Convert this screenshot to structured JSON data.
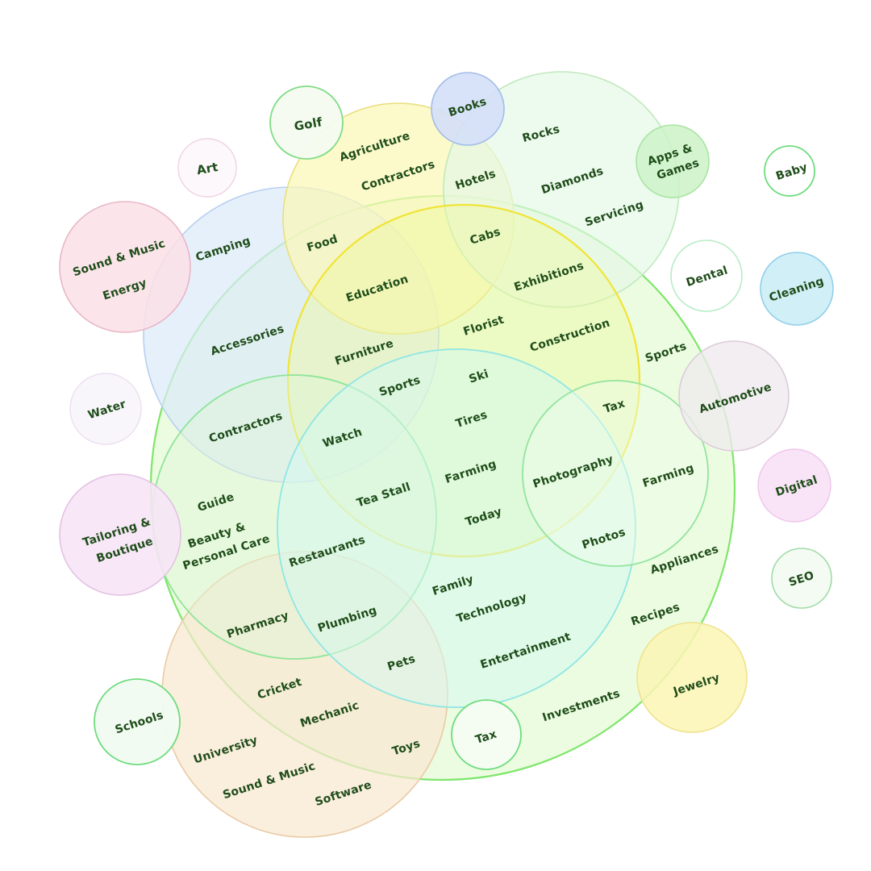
{
  "diagram": {
    "text_color": "#1f4d1a",
    "circles": [
      {
        "id": "big-green",
        "fill": "#e9fbdc",
        "stroke": "#7ee66a"
      },
      {
        "id": "orange",
        "fill": "#f8e7d0",
        "stroke": "#e9cba6"
      },
      {
        "id": "blue",
        "fill": "#dbe9fa",
        "stroke": "#b6d0ef"
      },
      {
        "id": "yellow-upper",
        "fill": "#fbf6b7",
        "stroke": "#eadf7c"
      },
      {
        "id": "mint",
        "fill": "#e4f7e6",
        "stroke": "#bfe9bd"
      },
      {
        "id": "yellow-ring",
        "fill": "#eef89f",
        "stroke": "#f1e436"
      },
      {
        "id": "green-left",
        "fill": "#dff6d6",
        "stroke": "#8ee59a"
      },
      {
        "id": "cyan",
        "fill": "#d6f7ef",
        "stroke": "#8fe6e4"
      },
      {
        "id": "green-right",
        "fill": "#effcea",
        "stroke": "#93e49f"
      },
      {
        "id": "books",
        "fill": "#d4dff8",
        "stroke": "#a4bde8"
      },
      {
        "id": "golf",
        "fill": "#f4fbef",
        "stroke": "#7fdc86"
      },
      {
        "id": "art",
        "fill": "#fdf8fb",
        "stroke": "#efd2e0"
      },
      {
        "id": "sound-music-energy",
        "fill": "#fbe0e6",
        "stroke": "#e9b6c8"
      },
      {
        "id": "apps-games",
        "fill": "#cdf2c8",
        "stroke": "#a9e4a3"
      },
      {
        "id": "baby",
        "fill": "#ffffff",
        "stroke": "#6fdc7e"
      },
      {
        "id": "dental",
        "fill": "#ffffff",
        "stroke": "#b8ecc5"
      },
      {
        "id": "cleaning",
        "fill": "#cdeef6",
        "stroke": "#93cfea"
      },
      {
        "id": "automotive",
        "fill": "#efeaee",
        "stroke": "#dccdd9"
      },
      {
        "id": "water",
        "fill": "#f8f5fb",
        "stroke": "#ecdeef"
      },
      {
        "id": "digital",
        "fill": "#f9e2f6",
        "stroke": "#eec6ea"
      },
      {
        "id": "tailoring",
        "fill": "#f6e4f6",
        "stroke": "#e3c2e3"
      },
      {
        "id": "seo",
        "fill": "#f3fbf2",
        "stroke": "#9fdca6"
      },
      {
        "id": "jewelry",
        "fill": "#fbf5b4",
        "stroke": "#efe38e"
      },
      {
        "id": "schools",
        "fill": "#f1fbf1",
        "stroke": "#6fdc7e"
      },
      {
        "id": "tax-small",
        "fill": "#f6fdf3",
        "stroke": "#6fdc7e"
      }
    ],
    "labels": [
      {
        "id": "golf",
        "text": "Golf"
      },
      {
        "id": "books",
        "text": "Books"
      },
      {
        "id": "art",
        "text": "Art"
      },
      {
        "id": "agriculture",
        "text": "Agriculture"
      },
      {
        "id": "contractors-top",
        "text": "Contractors"
      },
      {
        "id": "rocks",
        "text": "Rocks"
      },
      {
        "id": "hotels",
        "text": "Hotels"
      },
      {
        "id": "diamonds",
        "text": "Diamonds"
      },
      {
        "id": "apps-games-1",
        "text": "Apps &"
      },
      {
        "id": "apps-games-2",
        "text": "Games"
      },
      {
        "id": "baby",
        "text": "Baby"
      },
      {
        "id": "servicing",
        "text": "Servicing"
      },
      {
        "id": "sound-music-top",
        "text": "Sound & Music"
      },
      {
        "id": "energy",
        "text": "Energy"
      },
      {
        "id": "camping",
        "text": "Camping"
      },
      {
        "id": "food",
        "text": "Food"
      },
      {
        "id": "cabs",
        "text": "Cabs"
      },
      {
        "id": "exhibitions",
        "text": "Exhibitions"
      },
      {
        "id": "dental",
        "text": "Dental"
      },
      {
        "id": "cleaning",
        "text": "Cleaning"
      },
      {
        "id": "education",
        "text": "Education"
      },
      {
        "id": "accessories",
        "text": "Accessories"
      },
      {
        "id": "florist",
        "text": "Florist"
      },
      {
        "id": "construction",
        "text": "Construction"
      },
      {
        "id": "furniture",
        "text": "Furniture"
      },
      {
        "id": "sports-right",
        "text": "Sports"
      },
      {
        "id": "ski",
        "text": "Ski"
      },
      {
        "id": "sports-center",
        "text": "Sports"
      },
      {
        "id": "automotive",
        "text": "Automotive"
      },
      {
        "id": "water",
        "text": "Water"
      },
      {
        "id": "tax-right",
        "text": "Tax"
      },
      {
        "id": "tires",
        "text": "Tires"
      },
      {
        "id": "contractors-left",
        "text": "Contractors"
      },
      {
        "id": "watch",
        "text": "Watch"
      },
      {
        "id": "farming-center",
        "text": "Farming"
      },
      {
        "id": "photography",
        "text": "Photography"
      },
      {
        "id": "farming-right",
        "text": "Farming"
      },
      {
        "id": "digital",
        "text": "Digital"
      },
      {
        "id": "tea-stall",
        "text": "Tea Stall"
      },
      {
        "id": "guide",
        "text": "Guide"
      },
      {
        "id": "today",
        "text": "Today"
      },
      {
        "id": "tailoring-1",
        "text": "Tailoring &"
      },
      {
        "id": "tailoring-2",
        "text": "Boutique"
      },
      {
        "id": "beauty-1",
        "text": "Beauty &"
      },
      {
        "id": "beauty-2",
        "text": "Personal Care"
      },
      {
        "id": "photos",
        "text": "Photos"
      },
      {
        "id": "restaurants",
        "text": "Restaurants"
      },
      {
        "id": "appliances",
        "text": "Appliances"
      },
      {
        "id": "seo",
        "text": "SEO"
      },
      {
        "id": "family",
        "text": "Family"
      },
      {
        "id": "technology",
        "text": "Technology"
      },
      {
        "id": "pharmacy",
        "text": "Pharmacy"
      },
      {
        "id": "plumbing",
        "text": "Plumbing"
      },
      {
        "id": "recipes",
        "text": "Recipes"
      },
      {
        "id": "entertainment",
        "text": "Entertainment"
      },
      {
        "id": "pets",
        "text": "Pets"
      },
      {
        "id": "jewelry",
        "text": "Jewelry"
      },
      {
        "id": "cricket",
        "text": "Cricket"
      },
      {
        "id": "mechanic",
        "text": "Mechanic"
      },
      {
        "id": "investments",
        "text": "Investments"
      },
      {
        "id": "schools",
        "text": "Schools"
      },
      {
        "id": "tax-bottom",
        "text": "Tax"
      },
      {
        "id": "university",
        "text": "University"
      },
      {
        "id": "toys",
        "text": "Toys"
      },
      {
        "id": "sound-music-bottom",
        "text": "Sound & Music"
      },
      {
        "id": "software",
        "text": "Software"
      }
    ]
  }
}
